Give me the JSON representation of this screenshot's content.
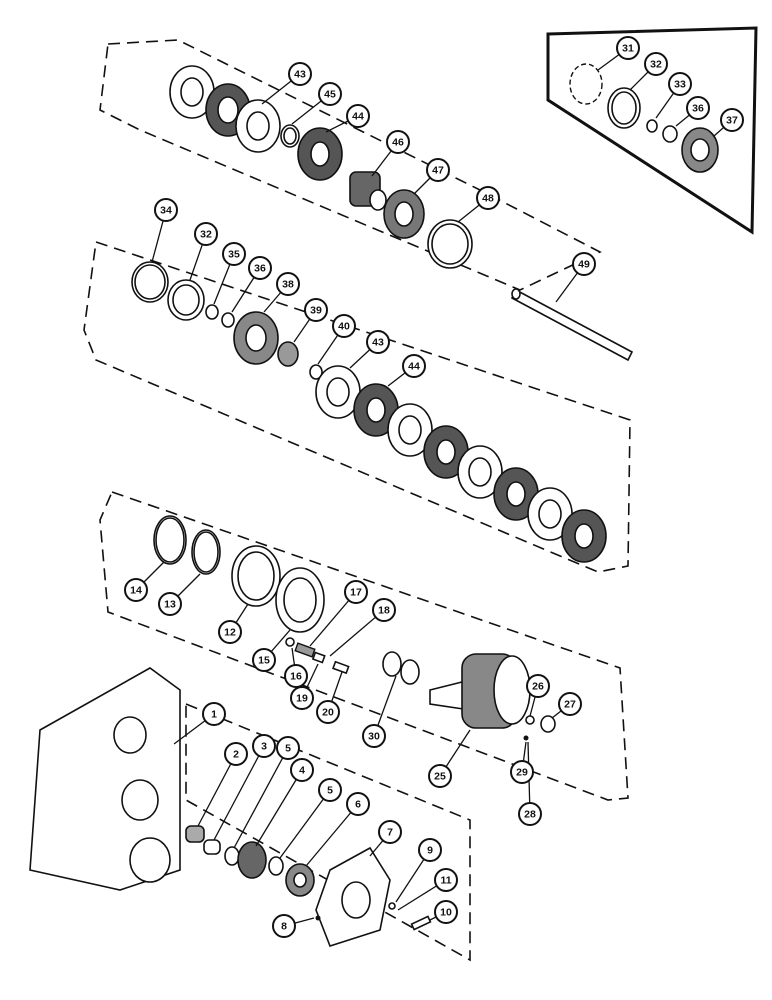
{
  "diagram": {
    "callouts": [
      {
        "id": "c43a",
        "label": "43"
      },
      {
        "id": "c45",
        "label": "45"
      },
      {
        "id": "c44a",
        "label": "44"
      },
      {
        "id": "c46",
        "label": "46"
      },
      {
        "id": "c47",
        "label": "47"
      },
      {
        "id": "c48",
        "label": "48"
      },
      {
        "id": "c31",
        "label": "31"
      },
      {
        "id": "c32a",
        "label": "32"
      },
      {
        "id": "c33",
        "label": "33"
      },
      {
        "id": "c36a",
        "label": "36"
      },
      {
        "id": "c37",
        "label": "37"
      },
      {
        "id": "c34",
        "label": "34"
      },
      {
        "id": "c32b",
        "label": "32"
      },
      {
        "id": "c35",
        "label": "35"
      },
      {
        "id": "c36b",
        "label": "36"
      },
      {
        "id": "c38",
        "label": "38"
      },
      {
        "id": "c39",
        "label": "39"
      },
      {
        "id": "c40",
        "label": "40"
      },
      {
        "id": "c43b",
        "label": "43"
      },
      {
        "id": "c44b",
        "label": "44"
      },
      {
        "id": "c49",
        "label": "49"
      },
      {
        "id": "c14",
        "label": "14"
      },
      {
        "id": "c13",
        "label": "13"
      },
      {
        "id": "c12",
        "label": "12"
      },
      {
        "id": "c15",
        "label": "15"
      },
      {
        "id": "c16",
        "label": "16"
      },
      {
        "id": "c17",
        "label": "17"
      },
      {
        "id": "c18",
        "label": "18"
      },
      {
        "id": "c19",
        "label": "19"
      },
      {
        "id": "c20",
        "label": "20"
      },
      {
        "id": "c30",
        "label": "30"
      },
      {
        "id": "c25",
        "label": "25"
      },
      {
        "id": "c26",
        "label": "26"
      },
      {
        "id": "c27",
        "label": "27"
      },
      {
        "id": "c29",
        "label": "29"
      },
      {
        "id": "c28",
        "label": "28"
      },
      {
        "id": "c1",
        "label": "1"
      },
      {
        "id": "c2",
        "label": "2"
      },
      {
        "id": "c3",
        "label": "3"
      },
      {
        "id": "c5a",
        "label": "5"
      },
      {
        "id": "c4",
        "label": "4"
      },
      {
        "id": "c5b",
        "label": "5"
      },
      {
        "id": "c6",
        "label": "6"
      },
      {
        "id": "c7",
        "label": "7"
      },
      {
        "id": "c9",
        "label": "9"
      },
      {
        "id": "c11",
        "label": "11"
      },
      {
        "id": "c10",
        "label": "10"
      },
      {
        "id": "c8",
        "label": "8"
      }
    ]
  }
}
